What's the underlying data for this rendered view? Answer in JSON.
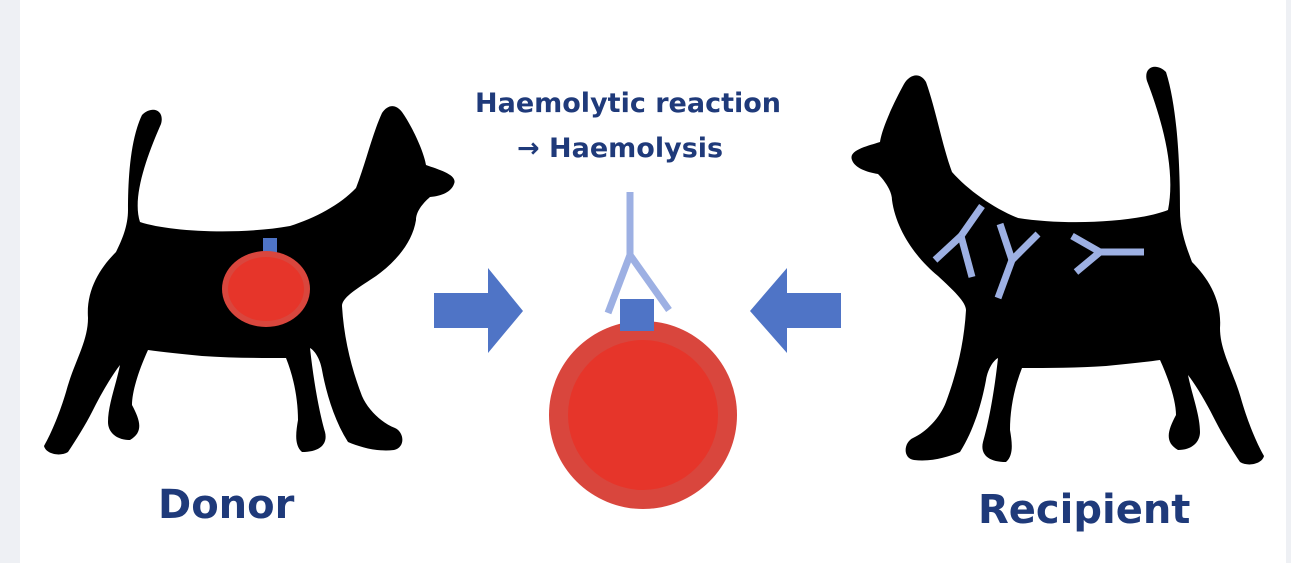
{
  "labels": {
    "donor": "Donor",
    "recipient": "Recipient",
    "reaction_line1": "Haemolytic reaction",
    "reaction_arrow": "→",
    "reaction_line2": "Haemolysis"
  },
  "colors": {
    "dog_silhouette": "#000000",
    "red_cell_fill": "#e6352a",
    "red_cell_rim": "#d9463d",
    "antigen": "#4f74c6",
    "antibody": "#9db0e3",
    "block_arrow": "#4f74c6",
    "label_text": "#1f3a7a"
  },
  "icons": {
    "donor": "dog-silhouette-icon",
    "recipient": "dog-silhouette-icon",
    "antibody": "y-shaped-antibody-icon",
    "cell": "red-blood-cell-icon",
    "antigen": "antigen-square-icon"
  }
}
